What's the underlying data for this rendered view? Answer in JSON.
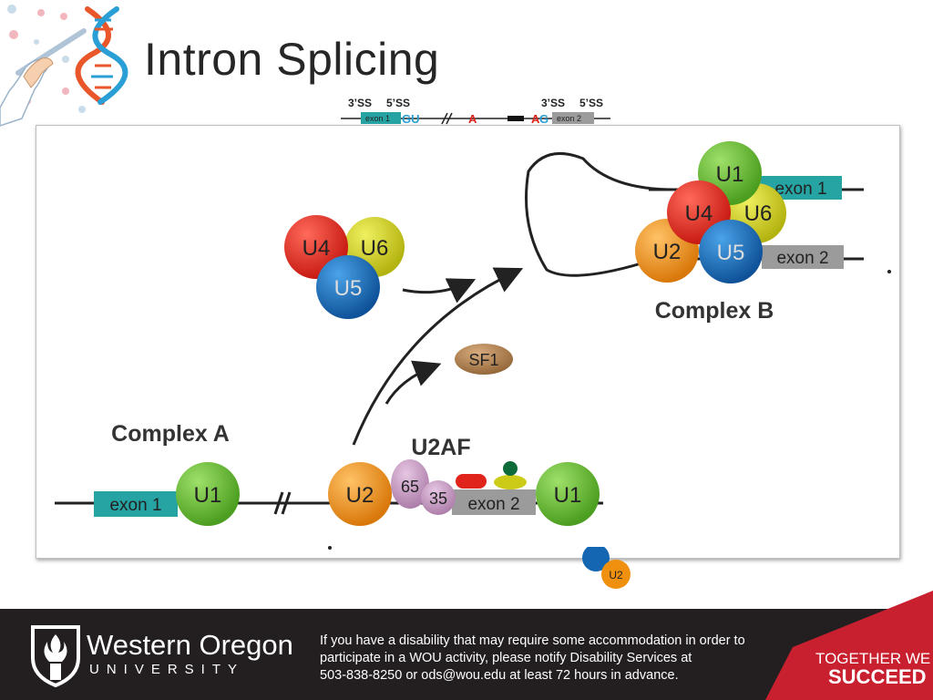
{
  "slide": {
    "title": "Intron Splicing"
  },
  "splice_sites": {
    "label_3ss": "3’SS",
    "label_5ss": "5’SS",
    "exon1": "exon 1",
    "gu": "GU",
    "a": "A",
    "ag": "AG",
    "exon2": "exon 2"
  },
  "diagram": {
    "complex_a_label": "Complex A",
    "complex_b_label": "Complex B",
    "u2af_label": "U2AF",
    "sf1": "SF1",
    "u4": "U4",
    "u6": "U6",
    "u5": "U5",
    "u1": "U1",
    "u2": "U2",
    "u2af65": "65",
    "u2af35": "35",
    "exon1": "exon 1",
    "exon2": "exon 2",
    "colors": {
      "u1": "#5cb82c",
      "u2": "#f0900f",
      "u4": "#e0231b",
      "u5": "#1466b3",
      "u6": "#cccc18",
      "sf1": "#a67b4f",
      "u2af": "#c89bc4",
      "exon1": "#26a3a3",
      "exon2": "#9b9b9b"
    }
  },
  "below": {
    "u2": "U2"
  },
  "footer": {
    "org_name": "Western Oregon",
    "org_sub": "UNIVERSITY",
    "notice_lines": [
      "If you have a disability that may require some accommodation in order to",
      "participate in a WOU activity, please notify Disability Services at",
      "503-838-8250 or ods@wou.edu at least 72 hours in advance."
    ],
    "tagline_1": "TOGETHER WE",
    "tagline_2": "SUCCEED",
    "accent": "#c8202f",
    "background": "#231f20"
  }
}
